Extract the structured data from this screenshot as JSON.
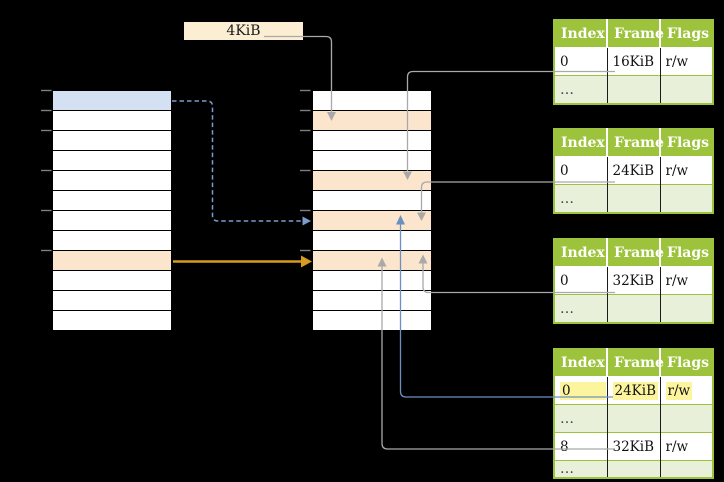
{
  "diagram": {
    "page_size_label": "4KiB",
    "left_column": {
      "row_count": 12,
      "blue_row": 1,
      "orange_row": 9
    },
    "middle_column": {
      "row_count": 12,
      "orange_rows": [
        2,
        5,
        7,
        9
      ]
    },
    "tables": [
      {
        "name": "frame-table-1",
        "headers": [
          "Index",
          "Frame",
          "Flags"
        ],
        "rows": [
          [
            "0",
            "16KiB",
            "r/w"
          ],
          [
            "…",
            "",
            ""
          ]
        ]
      },
      {
        "name": "frame-table-2",
        "headers": [
          "Index",
          "Frame",
          "Flags"
        ],
        "rows": [
          [
            "0",
            "24KiB",
            "r/w"
          ],
          [
            "…",
            "",
            ""
          ]
        ]
      },
      {
        "name": "frame-table-3",
        "headers": [
          "Index",
          "Frame",
          "Flags"
        ],
        "rows": [
          [
            "0",
            "32KiB",
            "r/w"
          ],
          [
            "…",
            "",
            ""
          ]
        ]
      },
      {
        "name": "frame-table-4",
        "headers": [
          "Index",
          "Frame",
          "Flags"
        ],
        "rows": [
          [
            "0",
            "24KiB",
            "r/w"
          ],
          [
            "…",
            "",
            ""
          ],
          [
            "8",
            "32KiB",
            "r/w"
          ],
          [
            "…",
            "",
            ""
          ]
        ],
        "highlight_row": 0
      }
    ],
    "colors": {
      "table_header_green": "#9dc33d",
      "table_row_green": "#e9f0d9",
      "row_orange": "#fce5cd",
      "row_blue": "#d3e1f3",
      "label_box_cream": "#fbeed3",
      "highlight_yellow": "#fdf59e",
      "arrow_gray": "#a9a9a9",
      "arrow_blue": "#6b90c0",
      "arrow_blue_dashed": "#7d9cce",
      "arrow_orange": "#d79b20"
    }
  }
}
